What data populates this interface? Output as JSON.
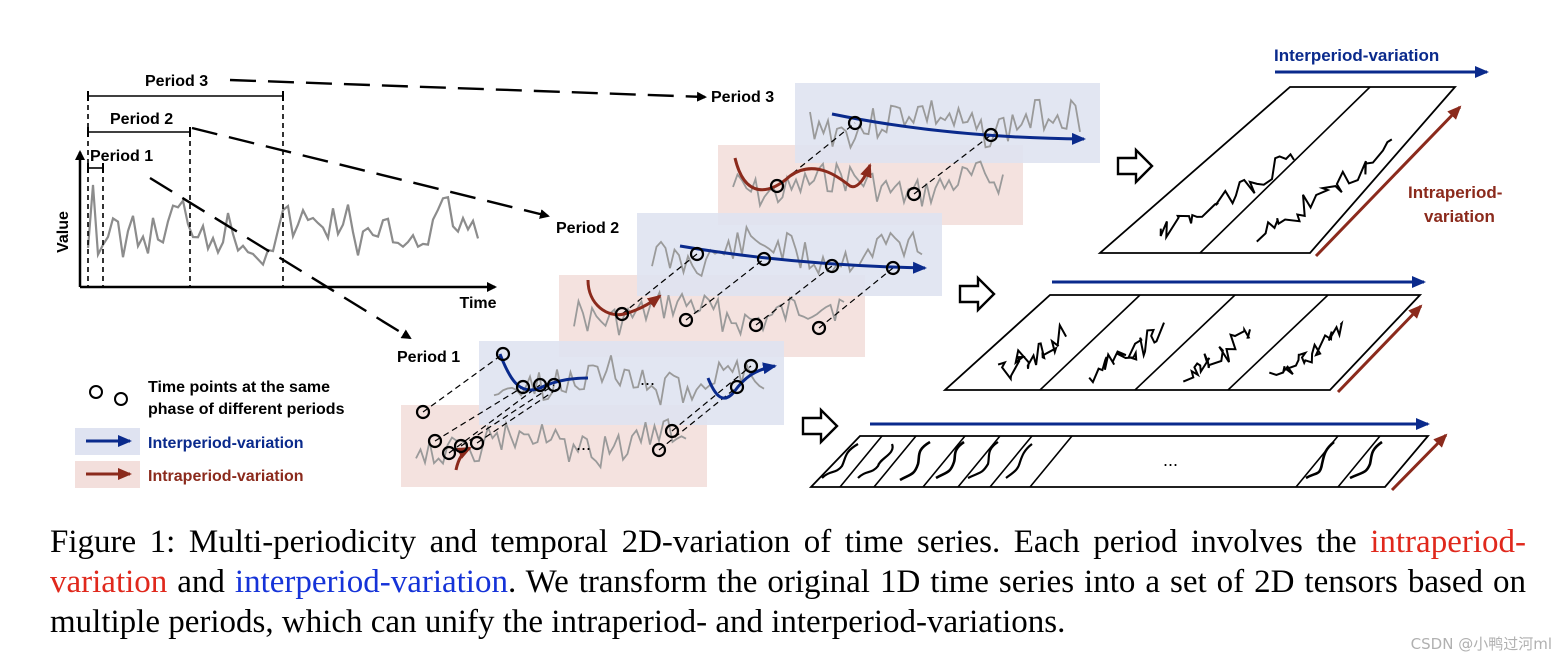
{
  "figure": {
    "left_plot": {
      "period_labels": [
        "Period 3",
        "Period 2",
        "Period 1"
      ],
      "y_axis_label": "Value",
      "x_axis_label": "Time"
    },
    "stack_labels": {
      "period3": "Period 3",
      "period2": "Period 2",
      "period1": "Period 1"
    },
    "ellipsis": "...",
    "legend": {
      "same_phase": "Time points at the same phase of different periods",
      "same_phase_line1": "Time points at the same",
      "same_phase_line2": "phase of different periods",
      "inter": "Interperiod-variation",
      "intra": "Intraperiod-variation"
    },
    "right_labels": {
      "inter": "Interperiod-variation",
      "intra_line1": "Intraperiod-",
      "intra_line2": "variation"
    },
    "colors": {
      "blue": "#0a2a8c",
      "red": "#8b2a1c",
      "blue_panel": "#dfe3f1",
      "red_panel": "#f3dfdc",
      "series": "#8c8c8c"
    }
  },
  "caption": {
    "prefix": "Figure 1: Multi-periodicity and temporal 2D-variation of time series. Each period involves the ",
    "intra": "intraperiod-variation",
    "and": " and ",
    "inter": "interperiod-variation",
    "suffix": ". We transform the original 1D time series into a set of 2D tensors based on multiple periods, which can unify the intraperiod- and interperiod-variations."
  },
  "watermark": "CSDN @小鸭过河ml"
}
